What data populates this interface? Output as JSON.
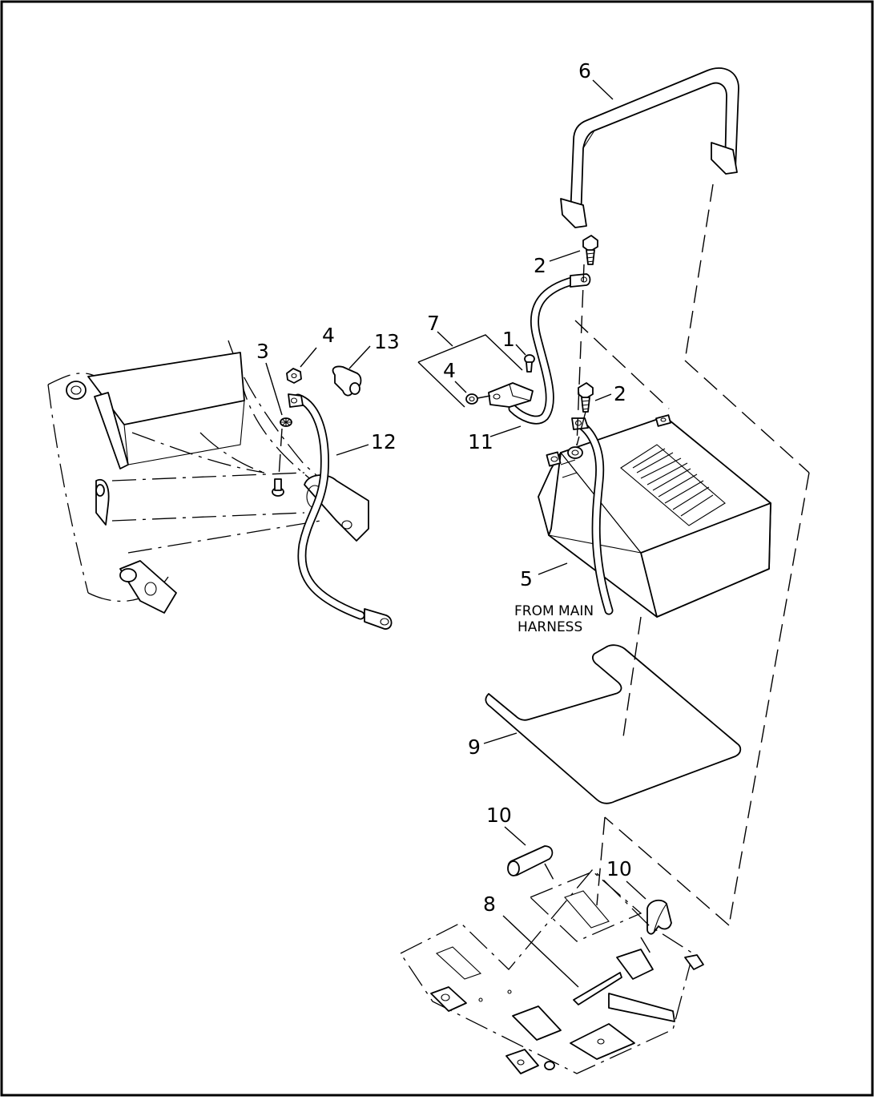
{
  "callouts": {
    "c6": "6",
    "c2a": "2",
    "c2b": "2",
    "c7": "7",
    "c1": "1",
    "c4a": "4",
    "c4b": "4",
    "c3": "3",
    "c13": "13",
    "c12": "12",
    "c11": "11",
    "c5": "5",
    "c9": "9",
    "c10a": "10",
    "c10b": "10",
    "c8": "8"
  },
  "notes": {
    "line1": "FROM MAIN",
    "line2": "HARNESS"
  }
}
